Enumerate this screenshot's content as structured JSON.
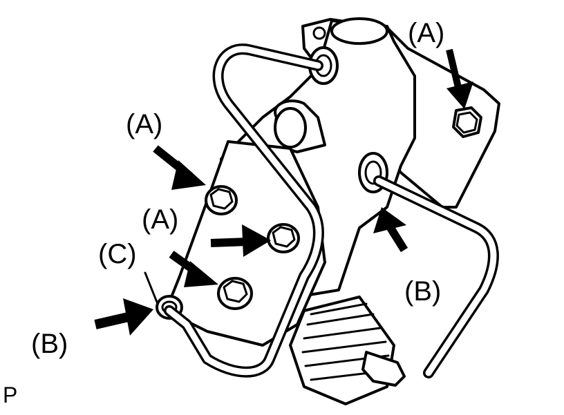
{
  "labels": {
    "a1": "(A)",
    "a2": "(A)",
    "a3": "(A)",
    "b1": "(B)",
    "b2": "(B)",
    "c1": "(C)",
    "corner": "P"
  },
  "icons": {
    "arrow": "filled-arrow",
    "bolt": "hex-bolt"
  }
}
